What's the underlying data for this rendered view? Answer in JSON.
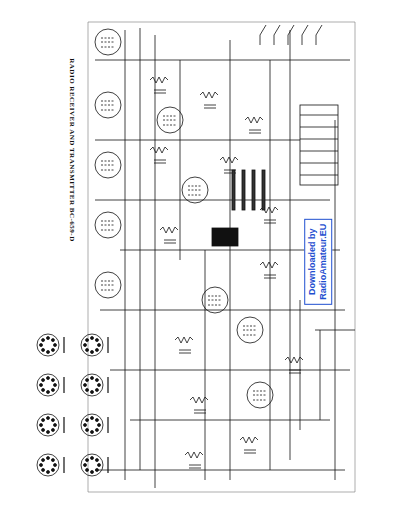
{
  "diagram": {
    "title": "RADIO RECEIVER AND TRANSMITTER BC-659-D",
    "labels": [
      "Downloaded by",
      "RadioAmateur.EU"
    ]
  }
}
